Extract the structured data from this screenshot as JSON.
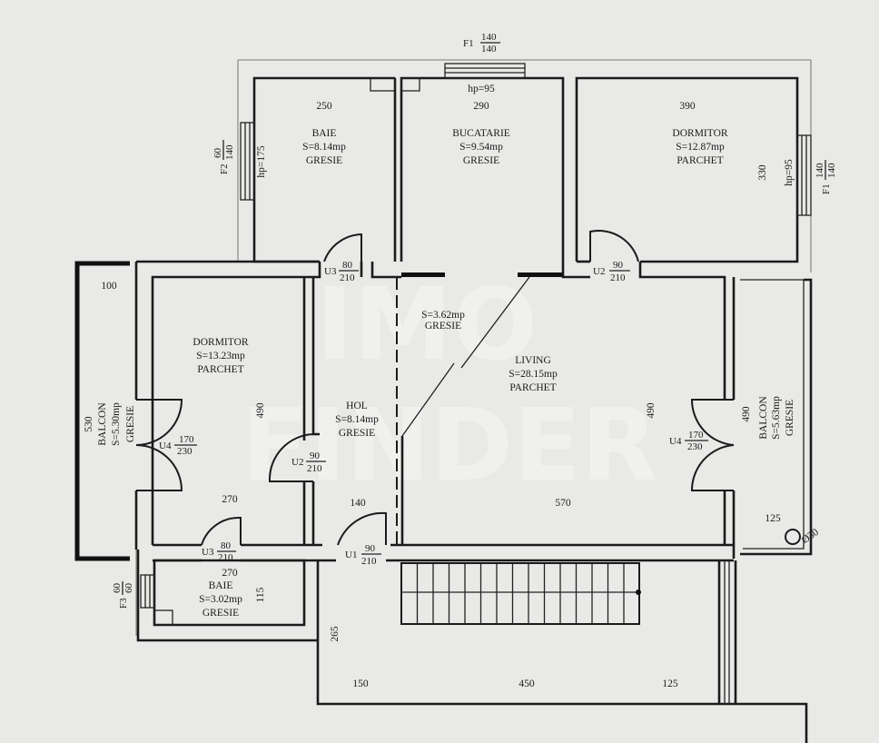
{
  "watermark": {
    "top": "IMO",
    "bottom": "FINDER"
  },
  "rooms": [
    {
      "id": "baie-top",
      "name": "BAIE",
      "area": "S=8.14mp",
      "floor": "GRESIE",
      "width_dim": "250"
    },
    {
      "id": "bucatarie",
      "name": "BUCATARIE",
      "area": "S=9.54mp",
      "floor": "GRESIE",
      "width_dim": "290",
      "sill": "hp=95"
    },
    {
      "id": "dormitor-right",
      "name": "DORMITOR",
      "area": "S=12.87mp",
      "floor": "PARCHET",
      "width_dim": "390",
      "height_dim": "330",
      "sill": "hp=95"
    },
    {
      "id": "dormitor-left",
      "name": "DORMITOR",
      "area": "S=13.23mp",
      "floor": "PARCHET",
      "width_dim": "270",
      "height_dim": "490"
    },
    {
      "id": "hol",
      "name": "HOL",
      "area": "S=8.14mp",
      "floor": "GRESIE",
      "width_dim": "140"
    },
    {
      "id": "hallway",
      "name": "",
      "area": "S=3.62mp",
      "floor": "GRESIE"
    },
    {
      "id": "living",
      "name": "LIVING",
      "area": "S=28.15mp",
      "floor": "PARCHET",
      "width_dim": "570",
      "height_dim": "490"
    },
    {
      "id": "balcon-left",
      "name": "BALCON",
      "area": "S=5.30mp",
      "floor": "GRESIE",
      "width_dim": "100",
      "height_dim": "530"
    },
    {
      "id": "balcon-right",
      "name": "BALCON",
      "area": "S=5.63mp",
      "floor": "GRESIE",
      "width_dim": "125",
      "height_dim": "490"
    },
    {
      "id": "baie-small",
      "name": "BAIE",
      "area": "S=3.02mp",
      "floor": "GRESIE",
      "width_dim": "270",
      "height_dim": "115"
    }
  ],
  "windows": {
    "f1_top": {
      "code": "F1",
      "num": "140",
      "den": "140"
    },
    "f1_right": {
      "code": "F1",
      "num": "140",
      "den": "140"
    },
    "f2": {
      "code": "F2",
      "num": "60",
      "den": "140",
      "sill": "hp=175"
    },
    "f3": {
      "code": "F3",
      "num": "60",
      "den": "60"
    }
  },
  "doors": {
    "u3_top": {
      "code": "U3",
      "num": "80",
      "den": "210"
    },
    "u2_top": {
      "code": "U2",
      "num": "90",
      "den": "210"
    },
    "u4_left": {
      "code": "U4",
      "num": "170",
      "den": "230"
    },
    "u2_hol": {
      "code": "U2",
      "num": "90",
      "den": "210"
    },
    "u4_right": {
      "code": "U4",
      "num": "170",
      "den": "230"
    },
    "u3_bottom": {
      "code": "U3",
      "num": "80",
      "den": "210"
    },
    "u1": {
      "code": "U1",
      "num": "90",
      "den": "210"
    }
  },
  "dims": {
    "stair_depth": "265",
    "entry_width": "150",
    "stair_width": "450",
    "stair_right": "125",
    "drain": "Ø30"
  }
}
